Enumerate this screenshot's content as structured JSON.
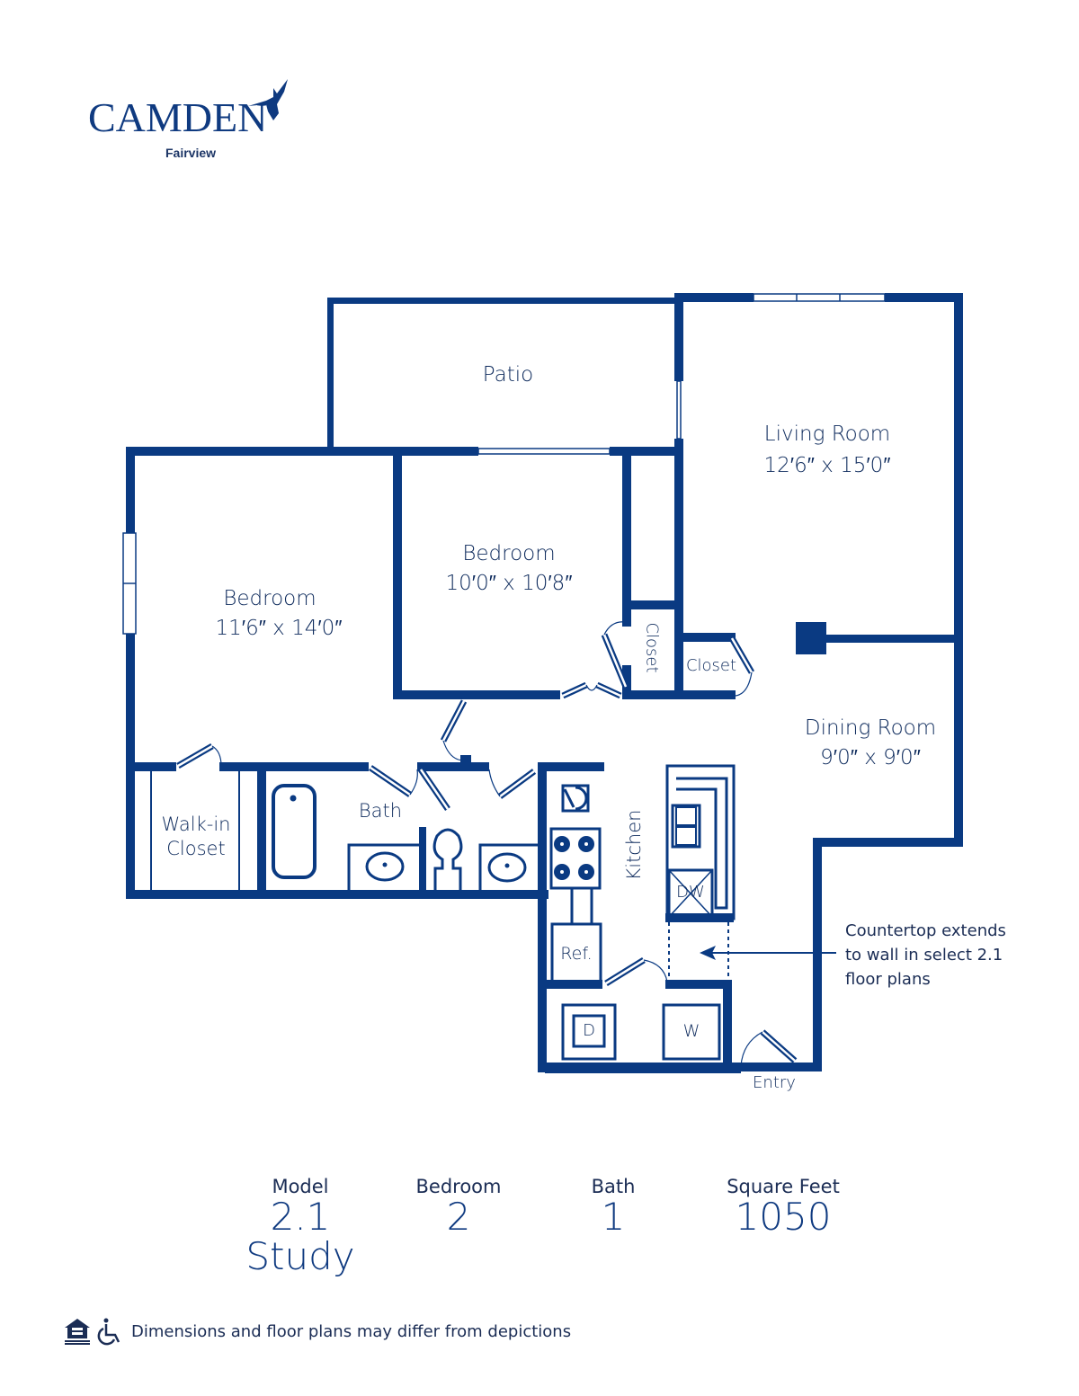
{
  "brand": {
    "name": "Camden",
    "name_display": "CAMDEN",
    "community": "Fairview",
    "logo_icon": "hummingbird-icon",
    "color": "#0f3a80"
  },
  "colors": {
    "wall": "#0a3a82",
    "text": "#0d2a5c",
    "background": "#ffffff"
  },
  "floorplan": {
    "rooms": {
      "patio": {
        "name": "Patio"
      },
      "living_room": {
        "name": "Living Room",
        "dimensions": "12′6″ x 15′0″"
      },
      "bedroom_2": {
        "name": "Bedroom",
        "dimensions": "10′0″ x 10′8″"
      },
      "bedroom_1": {
        "name": "Bedroom",
        "dimensions": "11′6″ x 14′0″"
      },
      "dining_room": {
        "name": "Dining Room",
        "dimensions": "9′0″ x 9′0″"
      },
      "closet_bedroom": {
        "name": "Closet"
      },
      "closet_hall": {
        "name": "Closet"
      },
      "walk_in_closet": {
        "name_line1": "Walk-in",
        "name_line2": "Closet"
      },
      "bath": {
        "name": "Bath"
      },
      "kitchen": {
        "name": "Kitchen"
      },
      "entry": {
        "name": "Entry"
      }
    },
    "appliances": {
      "refrigerator": "Ref.",
      "dishwasher": "DW",
      "dryer": "D",
      "washer": "W"
    },
    "note": {
      "line1": "Countertop extends",
      "line2": "to wall in select 2.1",
      "line3": "floor plans"
    }
  },
  "summary": {
    "model": {
      "label": "Model",
      "value": "2.1",
      "value2": "Study"
    },
    "bedroom": {
      "label": "Bedroom",
      "value": "2"
    },
    "bath": {
      "label": "Bath",
      "value": "1"
    },
    "square_feet": {
      "label": "Square Feet",
      "value": "1050"
    }
  },
  "footer": {
    "icons": [
      "equal-housing-icon",
      "wheelchair-accessible-icon"
    ],
    "disclaimer": "Dimensions and floor plans may differ from depictions"
  }
}
